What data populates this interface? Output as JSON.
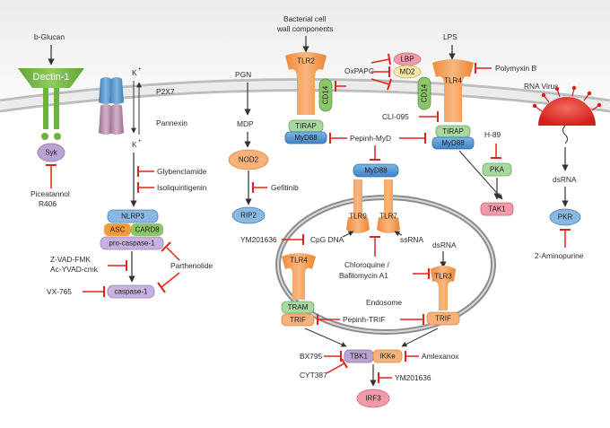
{
  "receptors": {
    "dectin1": "Dectin-1",
    "tlr2": "TLR2",
    "tlr4_surface": "TLR4",
    "cd14_left": "CD14",
    "cd14_right": "CD14",
    "md2": "MD2",
    "lbp": "LBP",
    "p2x7": "P2X7",
    "pannexin": "Pannexin",
    "tlr9": "TLR9",
    "tlr7": "TLR7",
    "tlr4_endo": "TLR4",
    "tlr3": "TLR3"
  },
  "stimuli": {
    "bglucan": "b-Glucan",
    "bacterial": [
      "Bacterial cell",
      "wall components"
    ],
    "lps": "LPS",
    "pgn": "PGN",
    "mdp": "MDP",
    "k_top": "K",
    "k_bottom": "K",
    "plus": "+",
    "rna_virus": "RNA Virus",
    "dsrna_cyto": "dsRNA",
    "dsrna_endo": "dsRNA",
    "cpg": "CpG DNA",
    "ssrna": "ssRNA"
  },
  "nodes": {
    "syk": "Syk",
    "nlrp3": "NLRP3",
    "asc": "ASC",
    "card8": "CARD8",
    "procasp": "pro-caspase-1",
    "casp1": "caspase-1",
    "nod2": "NOD2",
    "rip2": "RIP2",
    "tirap_left": "TIRAP",
    "myd88_left": "MyD88",
    "tirap_right": "TIRAP",
    "myd88_right": "MyD88",
    "myd88_center": "MyD88",
    "pka": "PKA",
    "tak1": "TAK1",
    "pkr": "PKR",
    "tram": "TRAM",
    "trif_left": "TRIF",
    "trif_right": "TRIF",
    "tbk1": "TBK1",
    "ikke": "IKKe",
    "irf3": "IRF3",
    "endosome": "Endosome"
  },
  "inhibitors": {
    "piceatannol": [
      "Piceatannol",
      "R406"
    ],
    "glybenclamide": "Glybenclamide",
    "isoliquiritigenin": "Isoliquiritigenin",
    "parthenolide": "Parthenolide",
    "zvad": [
      "Z-VAD-FMK",
      "Ac-YVAD-cmk"
    ],
    "vx765": "VX-765",
    "gefitinib": "Gefitinib",
    "ym_left": "YM201636",
    "ym_bottom": "YM201636",
    "oxpapc": "OxPAPC",
    "polymyxin": "Polymyxin B",
    "cli095": "CLI-095",
    "h89": "H-89",
    "pepinh_myd": "Pepinh-MyD",
    "pepinh_trif": "Pepinh-TRIF",
    "chloroquine": [
      "Chloroquine /",
      "Bafilomycin A1"
    ],
    "aminopurine": "2-Aminopurine",
    "bx795": "BX795",
    "cyt387": "CYT387",
    "amlexanox": "Amlexanox"
  },
  "colors": {
    "receptor_orange": "#ef8c3c",
    "receptor_light": "#f6b27a",
    "dectin_green": "#6cb23e",
    "myd88_blue": "#4a8fcf",
    "nlrp3_blue": "#8ab8e3",
    "inhibitor_red": "#e2231a",
    "purple": "#b9a3d3",
    "pink": "#f29aac",
    "green_light": "#a8d8a0",
    "membrane_grey": "#d5d5d5"
  }
}
